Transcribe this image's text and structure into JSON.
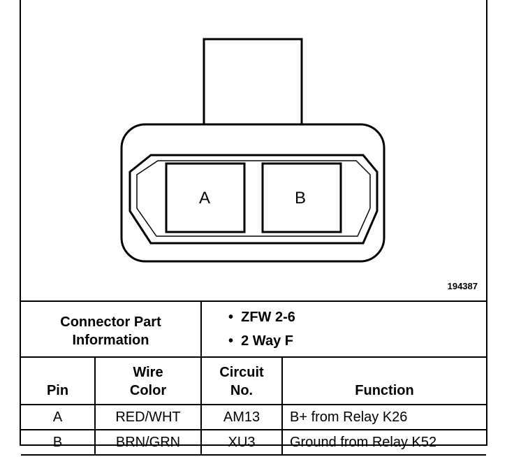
{
  "diagram": {
    "figure_id": "194387",
    "pins": [
      "A",
      "B"
    ]
  },
  "connector_info": {
    "title_line1": "Connector Part",
    "title_line2": "Information",
    "items": [
      "ZFW 2-6",
      "2 Way F"
    ]
  },
  "table": {
    "headers": {
      "pin": "Pin",
      "wire_color_1": "Wire",
      "wire_color_2": "Color",
      "circuit_1": "Circuit",
      "circuit_2": "No.",
      "function": "Function"
    },
    "rows": [
      {
        "pin": "A",
        "wire_color": "RED/WHT",
        "circuit": "AM13",
        "function": "B+ from Relay K26"
      },
      {
        "pin": "B",
        "wire_color": "BRN/GRN",
        "circuit": "XU3",
        "function": "Ground from Relay K52"
      }
    ]
  }
}
